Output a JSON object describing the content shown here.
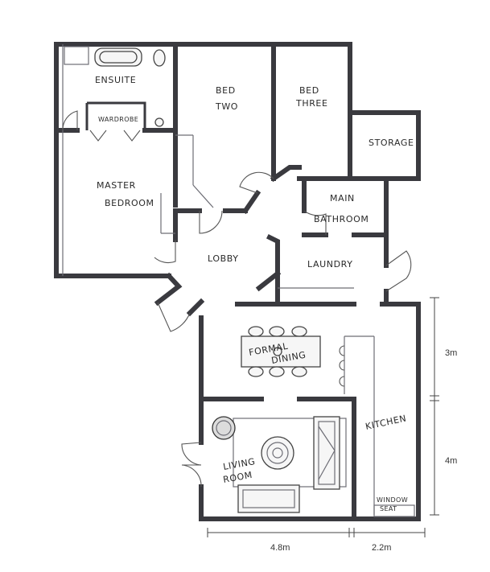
{
  "rooms": {
    "ensuite": "ENSUITE",
    "wardrobe": "WARDROBE",
    "master_bedroom_line1": "MASTER",
    "master_bedroom_line2": "BEDROOM",
    "bed_two_line1": "BED",
    "bed_two_line2": "TWO",
    "bed_three_line1": "BED",
    "bed_three_line2": "THREE",
    "storage": "STORAGE",
    "main_bathroom_line1": "MAIN",
    "main_bathroom_line2": "BATHROOM",
    "lobby": "LOBBY",
    "laundry": "LAUNDRY",
    "formal_dining_line1": "FORMAL",
    "formal_dining_line2": "DINING",
    "kitchen": "KITCHEN",
    "living_room_line1": "LIVING",
    "living_room_line2": "ROOM",
    "window_seat_line1": "WINDOW",
    "window_seat_line2": "SEAT"
  },
  "dimensions": {
    "bottom_left": "4.8m",
    "bottom_right": "2.2m",
    "right_top": "3m",
    "right_bottom": "4m"
  }
}
